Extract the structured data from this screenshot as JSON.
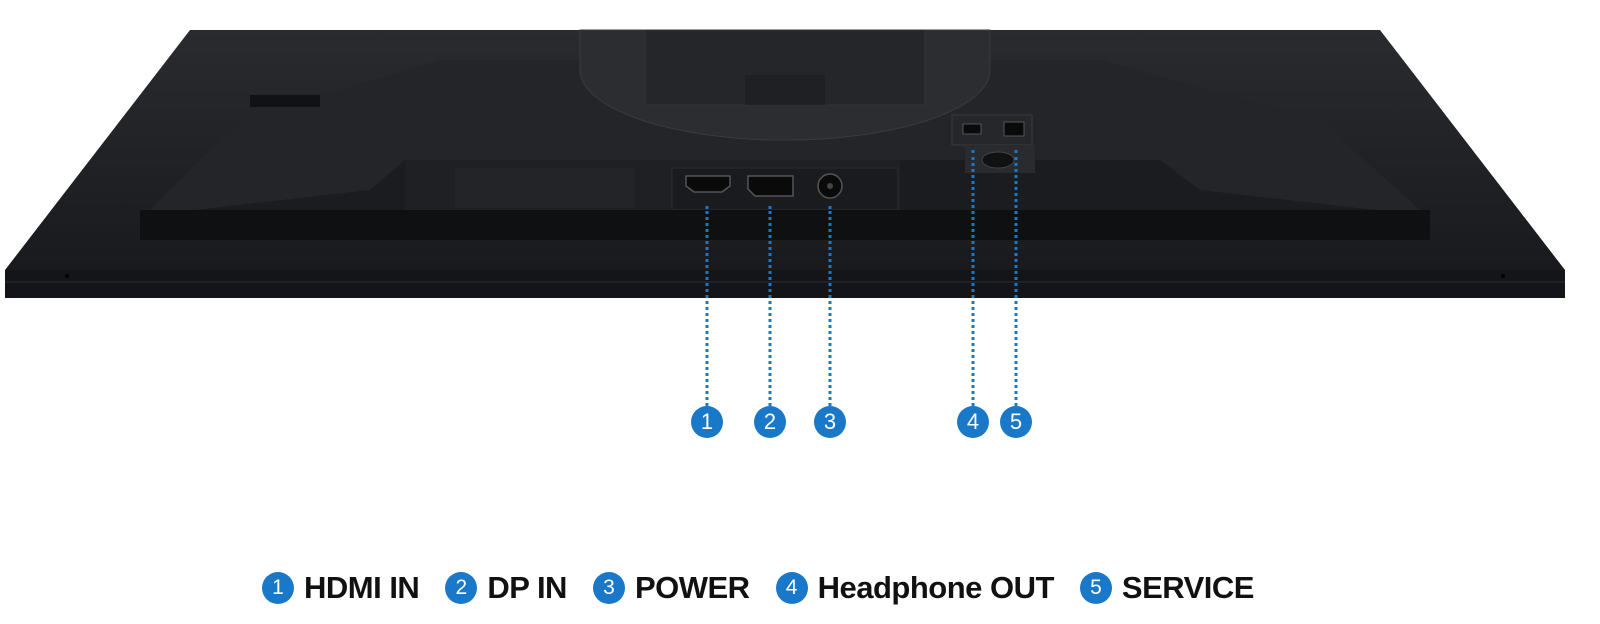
{
  "colors": {
    "accent": "#1a78c9",
    "body": "#1d1e21"
  },
  "callouts": [
    {
      "number": "1",
      "port": "hdmi-port"
    },
    {
      "number": "2",
      "port": "displayport-port"
    },
    {
      "number": "3",
      "port": "power-port"
    },
    {
      "number": "4",
      "port": "headphone-port"
    },
    {
      "number": "5",
      "port": "service-port"
    }
  ],
  "legend": [
    {
      "number": "1",
      "label": "HDMI IN"
    },
    {
      "number": "2",
      "label": "DP IN"
    },
    {
      "number": "3",
      "label": "POWER"
    },
    {
      "number": "4",
      "label": "Headphone OUT"
    },
    {
      "number": "5",
      "label": "SERVICE"
    }
  ]
}
